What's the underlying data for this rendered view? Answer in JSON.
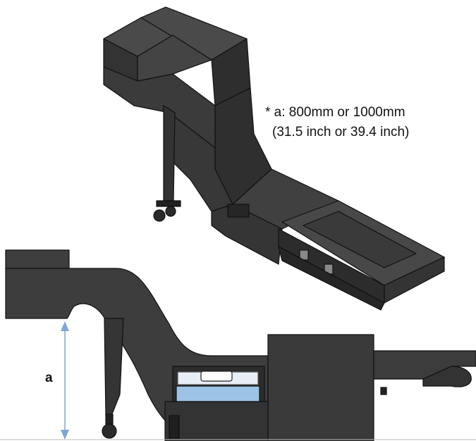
{
  "annotation": {
    "line1": "* a: 800mm or 1000mm",
    "line2": "(31.5 inch or 39.4 inch)"
  },
  "dimension": {
    "label": "a",
    "arrow_color": "#7ea6d8"
  },
  "colors": {
    "body": "#3d3d3d",
    "body_dark": "#2a2a2a",
    "body_light": "#555555",
    "outline": "#111111",
    "bin": "#9cc3e6"
  }
}
